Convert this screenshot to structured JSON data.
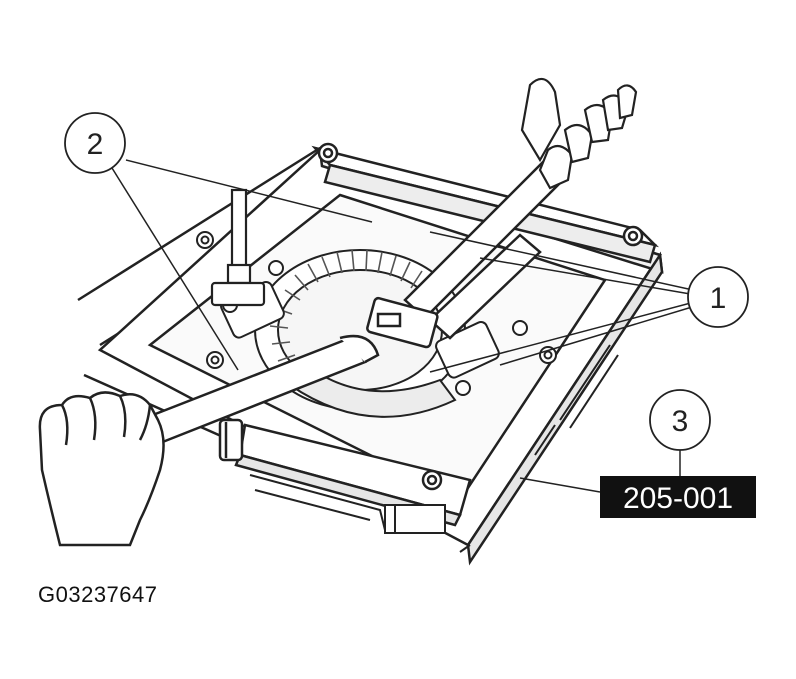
{
  "callouts": [
    {
      "number": "1"
    },
    {
      "number": "2"
    },
    {
      "number": "3"
    }
  ],
  "tool_label": "205-001",
  "figure_id": "G03237647",
  "colors": {
    "line": "#222222",
    "tool_label_bg": "#111111",
    "tool_label_text": "#ffffff",
    "hatch": "#555555"
  }
}
